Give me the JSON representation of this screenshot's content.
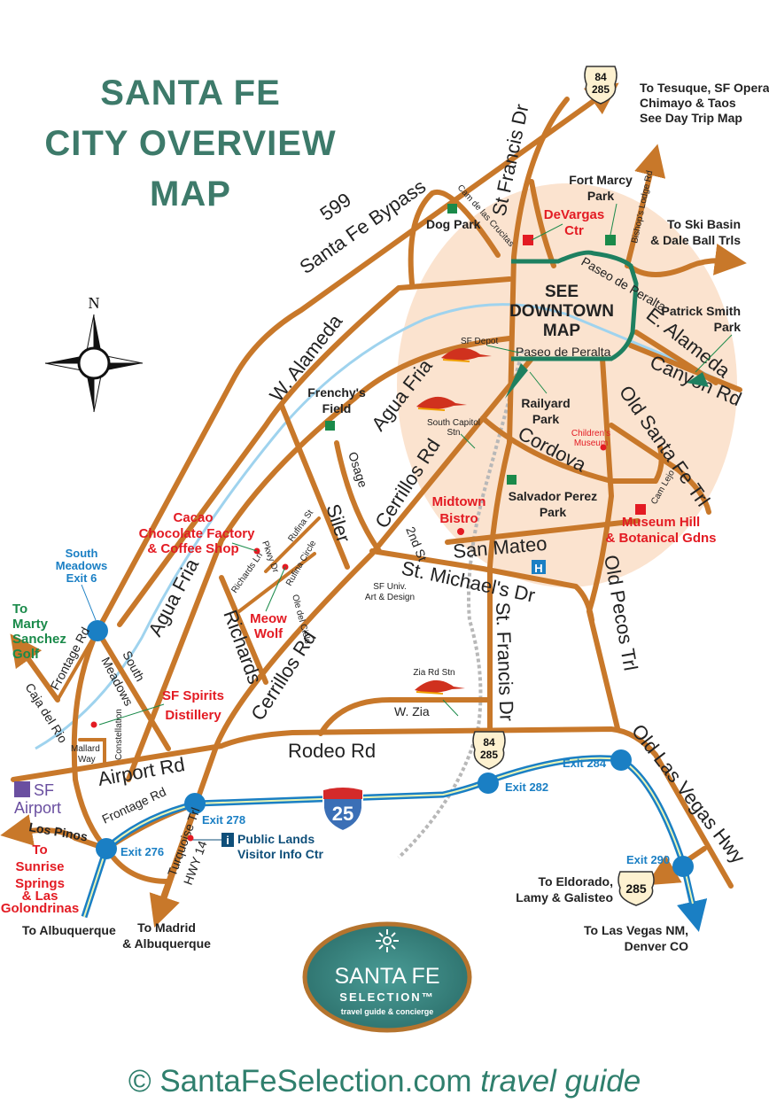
{
  "title": [
    "SANTA FE",
    "CITY OVERVIEW",
    "MAP"
  ],
  "compass": {
    "north_label": "N"
  },
  "roads": {
    "bypass_number": "599",
    "bypass": "Santa Fe Bypass",
    "w_alameda": "W. Alameda",
    "agua_fria_upper": "Agua Fria",
    "agua_fria_lower": "Agua Fria",
    "cerrillos_upper": "Cerrillos Rd",
    "cerrillos_lower": "Cerrillos Rd",
    "st_francis_upper": "St Francis Dr",
    "st_francis_lower": "St. Francis Dr",
    "cam_cruces": "Cam de las Crucitas",
    "bishops_lodge": "Bishop's Lodge Rd",
    "paseo_upper": "Paseo de Peralta",
    "paseo_lower": "Paseo de Peralta",
    "e_alameda": "E. Alameda",
    "canyon": "Canyon Rd",
    "old_santa_fe": "Old Santa Fe Trl",
    "cordova": "Cordova",
    "cam_lejo": "Cam Lejo",
    "san_mateo": "San Mateo",
    "st_michaels": "St. Michael's Dr",
    "old_pecos": "Old Pecos Trl",
    "osage": "Osage",
    "siler": "Siler",
    "second_st": "2nd St",
    "richards": "Richards",
    "richards_ln": "Richards Ln",
    "pkwy": "Pkwy Dr",
    "rufina_st": "Rufina St",
    "rufina_circle": "Rufina Circle",
    "ole_del_cielo": "Ole del Cielo",
    "frontage_upper": "Frontage Rd",
    "frontage_lower": "Frontage Rd",
    "caja_del_rio": "Caja del Rio",
    "south_meadows": [
      "South",
      "Meadows"
    ],
    "constellation": "Constellation",
    "mallard_way": [
      "Mallard",
      "Way"
    ],
    "airport": "Airport Rd",
    "rodeo": "Rodeo Rd",
    "w_zia": "W. Zia",
    "old_las_vegas": "Old Las Vegas Hwy",
    "turquoise": [
      "Turquoise Trl",
      "HWY 14"
    ],
    "los_pinos": "Los Pinos"
  },
  "places": {
    "see_downtown": [
      "SEE",
      "DOWNTOWN",
      "MAP"
    ],
    "dog_park": "Dog Park",
    "fort_marcy": [
      "Fort Marcy",
      "Park"
    ],
    "devargas": [
      "DeVargas",
      "Ctr"
    ],
    "patrick_smith": [
      "Patrick Smith",
      "Park"
    ],
    "sf_depot": "SF Depot",
    "railyard": [
      "Railyard",
      "Park"
    ],
    "south_capitol": [
      "South Capitol",
      "Stn"
    ],
    "childrens_museum": [
      "Children's",
      "Museum"
    ],
    "frenchys": [
      "Frenchy's",
      "Field"
    ],
    "salvador": [
      "Salvador Perez",
      "Park"
    ],
    "midtown": [
      "Midtown",
      "Bistro"
    ],
    "museum_hill": [
      "Museum Hill",
      "& Botanical Gdns"
    ],
    "sf_univ": [
      "SF Univ.",
      "Art & Design"
    ],
    "cacao": [
      "Cacao",
      "Chocolate Factory",
      "& Coffee Shop"
    ],
    "meow_wolf": [
      "Meow",
      "Wolf"
    ],
    "spirits": [
      "SF Spirits",
      "Distillery"
    ],
    "zia_stn": "Zia Rd Stn",
    "airport": [
      "SF",
      "Airport"
    ],
    "public_lands": [
      "Public Lands",
      "Visitor Info Ctr"
    ],
    "info_glyph": "i",
    "hospital_glyph": "H"
  },
  "destinations": {
    "tesuque": [
      "To Tesuque, SF Opera,",
      "Chimayo & Taos",
      "See Day Trip Map"
    ],
    "ski": [
      "To Ski Basin",
      "& Dale Ball Trls"
    ],
    "marty": [
      "To",
      "Marty",
      "Sanchez",
      "Golf"
    ],
    "sunrise": [
      "To",
      "Sunrise",
      "Springs",
      "& Las",
      "Golondrinas"
    ],
    "albuquerque": "To Albuquerque",
    "madrid": [
      "To Madrid",
      "& Albuquerque"
    ],
    "eldorado": [
      "To Eldorado,",
      "Lamy & Galisteo"
    ],
    "las_vegas": [
      "To Las Vegas NM,",
      "Denver CO"
    ]
  },
  "exits": {
    "south_meadows": [
      "South",
      "Meadows",
      "Exit 6"
    ],
    "e276": "Exit 276",
    "e278": "Exit 278",
    "e282": "Exit 282",
    "e284": "Exit 284",
    "e290": "Exit 290"
  },
  "shields": {
    "us84_285": [
      "84",
      "285"
    ],
    "us285": "285",
    "i25": "25"
  },
  "logo": {
    "line1": "SANTA FE",
    "line2": "SELECTION™",
    "line3": "travel guide & concierge"
  },
  "footer": {
    "copyright": "© SantaFeSelection.com",
    "tagline": "travel guide"
  },
  "colors": {
    "road": "#c8782a",
    "interstate": "#1a7fc4",
    "paseo": "#1e8060",
    "downtown_area": "#fbe3cf",
    "title": "#3d7a6a",
    "poi_red": "#e31b23",
    "park_green": "#1a8a4a"
  }
}
